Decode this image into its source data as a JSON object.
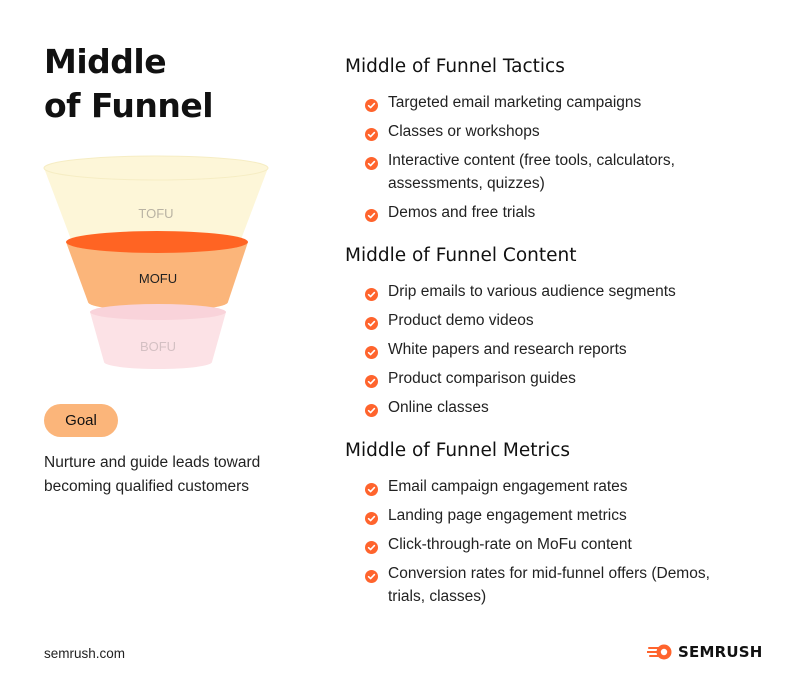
{
  "title_line1": "Middle",
  "title_line2": "of Funnel",
  "funnel": {
    "stages": [
      {
        "label": "TOFU",
        "color": "#fdf6d8",
        "text_color": "#b9b3a3"
      },
      {
        "label": "MOFU",
        "color": "#fbb57a",
        "text_color": "#222222"
      },
      {
        "label": "BOFU",
        "color": "#fce2e6",
        "text_color": "#d4c0c3"
      }
    ],
    "highlight_color": "#ff6423"
  },
  "goal": {
    "label": "Goal",
    "text": "Nurture and guide leads toward becoming qualified customers"
  },
  "sections": [
    {
      "heading": "Middle of Funnel Tactics",
      "items": [
        "Targeted email marketing campaigns",
        "Classes or workshops",
        "Interactive content (free tools, calculators, assessments, quizzes)",
        "Demos and free trials"
      ]
    },
    {
      "heading": "Middle of Funnel Content",
      "items": [
        "Drip emails to various audience segments",
        "Product demo videos",
        "White papers and research reports",
        "Product comparison guides",
        "Online classes"
      ]
    },
    {
      "heading": "Middle of Funnel Metrics",
      "items": [
        "Email campaign engagement rates",
        "Landing page engagement metrics",
        "Click-through-rate on MoFu content",
        "Conversion rates for mid-funnel offers (Demos, trials, classes)"
      ]
    }
  ],
  "check_color": "#ff642d",
  "footer": {
    "url": "semrush.com",
    "brand": "SEMRUSH",
    "logo_icon": "semrush-fireball-icon"
  }
}
